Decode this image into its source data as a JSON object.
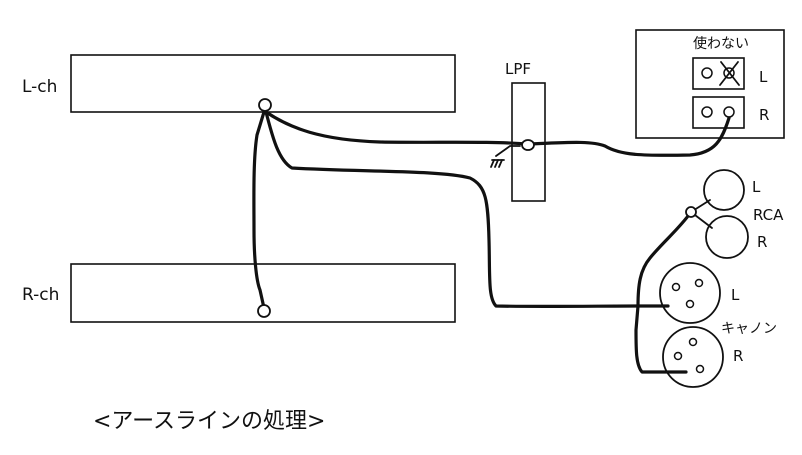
{
  "labels": {
    "lch": "L-ch",
    "rch": "R-ch",
    "lpf": "LPF",
    "unused": "使わない",
    "term_l": "L",
    "term_r": "R",
    "rca": "RCA",
    "rca_l": "L",
    "rca_r": "R",
    "xlr": "キャノン",
    "xlr_l": "L",
    "xlr_r": "R"
  },
  "caption": "<アースラインの処理>"
}
